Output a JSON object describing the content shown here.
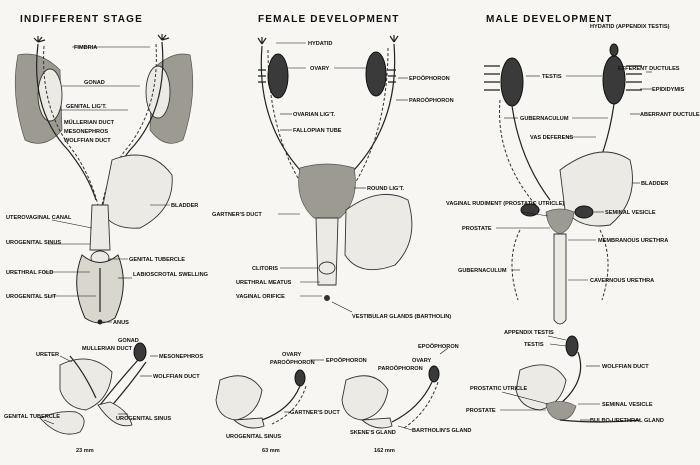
{
  "titles": {
    "indifferent": "INDIFFERENT STAGE",
    "female": "FEMALE DEVELOPMENT",
    "male": "MALE DEVELOPMENT"
  },
  "labels": {
    "fimbria": "FIMBRIA",
    "gonad": "GONAD",
    "genital_ligt": "GENITAL LIG'T.",
    "mullerian_duct": "MÜLLERIAN DUCT",
    "mesonephros": "MESONEPHROS",
    "wolffian_duct": "WOLFFIAN DUCT",
    "bladder_left": "BLADDER",
    "uterovaginal_canal": "UTEROVAGINAL CANAL",
    "urogenital_sinus": "UROGENITAL SINUS",
    "genital_tubercle": "GENITAL TUBERCLE",
    "urethral_fold": "URETHRAL FOLD",
    "labioscrotal_swelling": "LABIOSCROTAL SWELLING",
    "urogenital_slit": "UROGENITAL SLIT",
    "anus": "ANUS",
    "hydatid": "HYDATID",
    "ovary": "OVARY",
    "epoophoron": "EPOÖPHORON",
    "paroophoron": "PAROÖPHORON",
    "ovarian_ligt": "OVARIAN LIG'T.",
    "fallopian_tube": "FALLOPIAN TUBE",
    "round_ligt": "ROUND LIG'T.",
    "gartners_duct": "GARTNER'S DUCT",
    "clitoris": "CLITORIS",
    "urethral_meatus": "URETHRAL MEATUS",
    "vaginal_orifice": "VAGINAL ORIFICE",
    "vestibular_glands": "VESTIBULAR GLANDS (BARTHOLIN)",
    "hydatid_appendix_testis": "HYDATID (APPENDIX TESTIS)",
    "testis": "TESTIS",
    "efferent_ductules": "EFFERENT DUCTULES",
    "epididymis": "EPIDIDYMIS",
    "gubernaculum": "GUBERNACULUM",
    "aberrant_ductule": "ABERRANT DUCTULE",
    "vas_deferens": "VAS DEFERENS",
    "bladder_right": "BLADDER",
    "vaginal_rudiment": "VAGINAL RUDIMENT (PROSTATIC UTRICLE)",
    "seminal_vesicle": "SEMINAL VESICLE",
    "prostate": "PROSTATE",
    "membranous_urethra": "MEMBRANOUS URETHRA",
    "gubernaculum_lower": "GUBERNACULUM",
    "cavernous_urethra": "CAVERNOUS URETHRA"
  },
  "bottom": {
    "ureter": "URETER",
    "gonad": "GONAD",
    "mullerian_duct": "MULLERIAN DUCT",
    "mesonephros": "MESONEPHROS",
    "wolffian_duct": "WOLFFIAN DUCT",
    "genital_tubercle": "GENITAL TUBERCLE",
    "urogenital_sinus": "UROGENITAL SINUS",
    "size_23": "23 mm",
    "ovary": "OVARY",
    "paroophoron": "PAROÖPHORON",
    "epoophoron": "EPOÖPHORON",
    "gartners_duct": "GARTNER'S DUCT",
    "urogenital_sinus_2": "UROGENITAL SINUS",
    "size_63": "63 mm",
    "epoophoron_2": "EPOÖPHORON",
    "ovary_2": "OVARY",
    "paroophoron_2": "PAROÖPHORON",
    "skenes_gland": "SKENE'S GLAND",
    "bartholins_gland": "BARTHOLIN'S GLAND",
    "size_162": "162 mm",
    "appendix_testis": "APPENDIX TESTIS",
    "testis": "TESTIS",
    "wolffian_duct_2": "WOLFFIAN DUCT",
    "prostatic_utricle": "PROSTATIC UTRICLE",
    "prostate": "PROSTATE",
    "seminal_vesicle": "SEMINAL VESICLE",
    "bulbo_urethral_gland": "BULBO-URETHRAL GLAND"
  }
}
